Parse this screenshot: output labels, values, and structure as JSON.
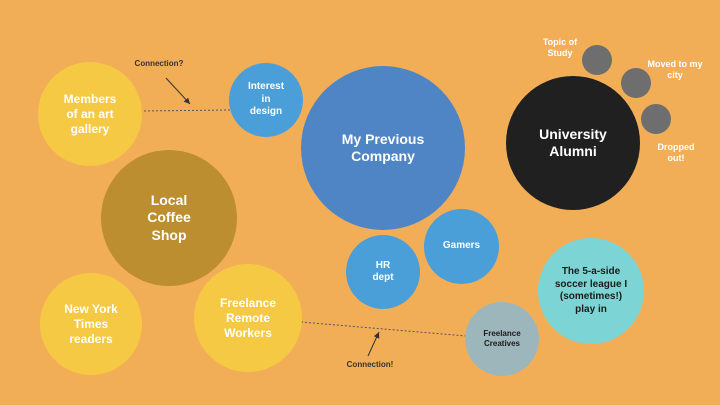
{
  "colors": {
    "background": "#F2AE57",
    "yellow": "#F6C945",
    "olive": "#BC8E2F",
    "light_blue": "#4A9FD8",
    "mid_blue": "#4F85C5",
    "black": "#202020",
    "gray": "#6E6E6E",
    "teal": "#7DD4D4",
    "slate": "#9DB6BC"
  },
  "nodes": {
    "art_gallery": "Members of an art gallery",
    "interest_design": "Interest in design",
    "previous_company": "My Previous Company",
    "university_alumni": "University Alumni",
    "coffee_shop": "Local Coffee Shop",
    "hr_dept": "HR dept",
    "gamers": "Gamers",
    "soccer_league": "The 5-a-side soccer league I (sometimes!) play in",
    "nyt_readers": "New York Times readers",
    "freelance_remote": "Freelance Remote Workers",
    "freelance_creatives": "Freelance Creatives"
  },
  "satellites": {
    "topic_of_study": "Topic of Study",
    "moved_to_city": "Moved to my city",
    "dropped_out": "Dropped out!"
  },
  "annotations": {
    "connection_question": "Connection?",
    "connection_exclaim": "Connection!"
  }
}
